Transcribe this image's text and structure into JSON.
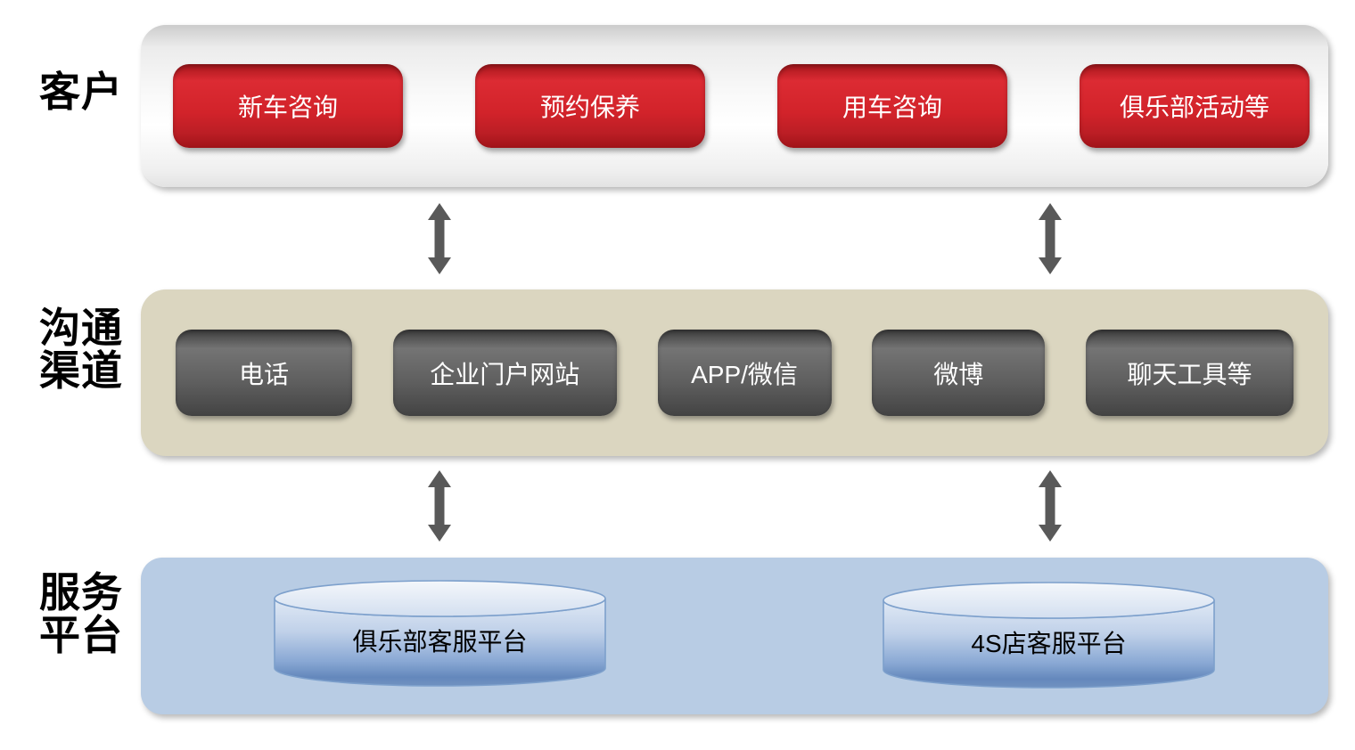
{
  "rows": [
    {
      "id": "customer",
      "label_lines": [
        "客户"
      ],
      "items": [
        "新车咨询",
        "预约保养",
        "用车咨询",
        "俱乐部活动等"
      ]
    },
    {
      "id": "channels",
      "label_lines": [
        "沟通",
        "渠道"
      ],
      "items": [
        "电话",
        "企业门户网站",
        "APP/微信",
        "微博",
        "聊天工具等"
      ]
    },
    {
      "id": "platform",
      "label_lines": [
        "服务",
        "平台"
      ],
      "items": [
        "俱乐部客服平台",
        "4S店客服平台"
      ]
    }
  ],
  "colors": {
    "customer_node": "#d2232a",
    "channel_node": "#595959",
    "customer_band": "#f2f2f2",
    "channel_band": "#dbd6c0",
    "platform_band": "#b8cce4",
    "arrow": "#595959",
    "node_text": "#ffffff",
    "cylinder_fill_top": "#e7eef8",
    "cylinder_fill_bottom": "#6c92c2",
    "cylinder_stroke": "#7da0cc"
  }
}
